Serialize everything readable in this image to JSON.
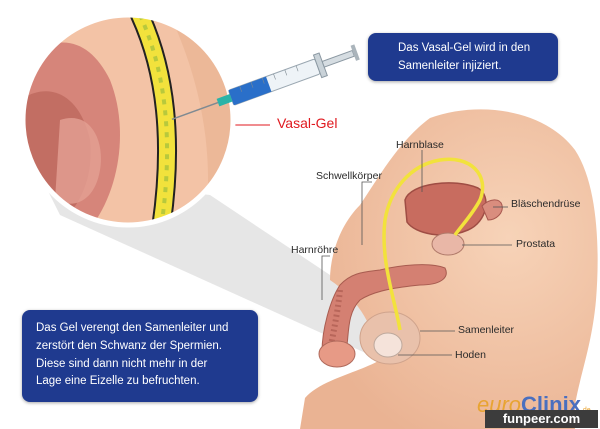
{
  "callouts": {
    "top": {
      "line1": "Das Vasal-Gel wird in den",
      "line2": "Samenleiter injiziert."
    },
    "bottom": {
      "line1": "Das Gel verengt den Samenleiter und",
      "line2": "zerstört den Schwanz der Spermien.",
      "line3": "Diese sind dann nicht mehr in der",
      "line4": "Lage eine Eizelle zu befruchten."
    }
  },
  "labels": {
    "vasal_gel": "Vasal-Gel",
    "harnblase": "Harnblase",
    "schwellkoerper": "Schwellkörper",
    "blaeschendruese": "Bläschendrüse",
    "prostata": "Prostata",
    "harnroehre": "Harnröhre",
    "samenleiter": "Samenleiter",
    "hoden": "Hoden"
  },
  "branding": {
    "part1": "euro",
    "part2": "Clinix",
    "suffix": ".de",
    "watermark": "funpeer.com"
  },
  "colors": {
    "accent_red": "#e0191f",
    "callout_blue": "#1f3a8f",
    "vas_yellow": "#f2e23c",
    "skin": "#f3c7a8",
    "tissue": "#d9826f"
  },
  "icons": [
    "syringe-icon"
  ]
}
